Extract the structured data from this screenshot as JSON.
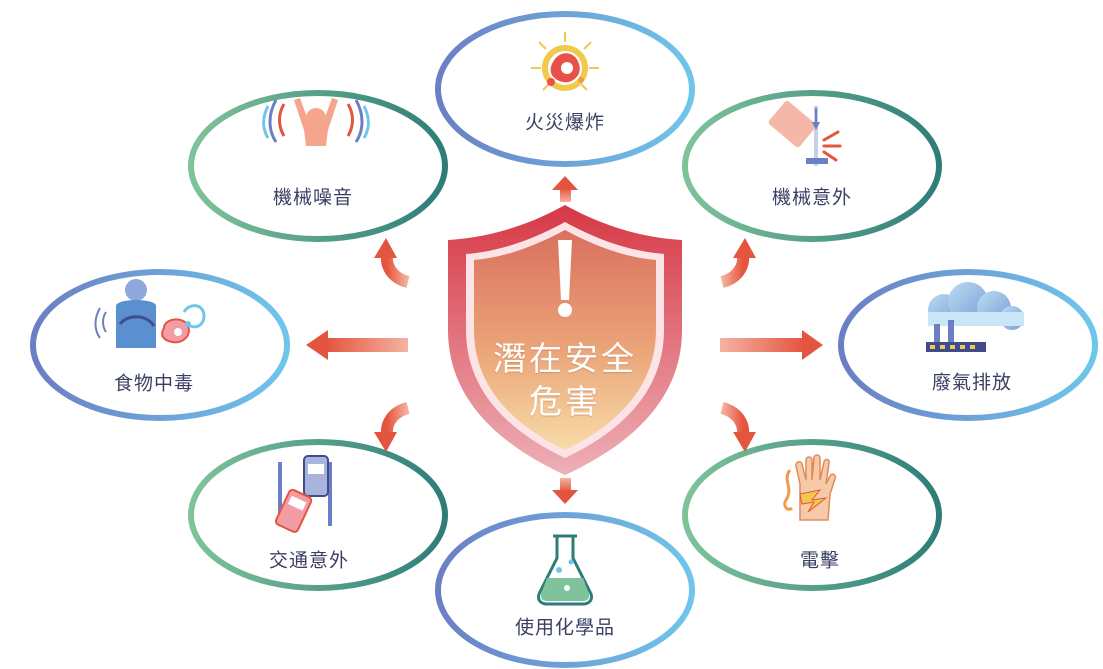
{
  "center": {
    "line1": "潛在安全",
    "line2": "危害"
  },
  "hazards": [
    {
      "label": "火災爆炸",
      "icon": "fire-explosion-icon"
    },
    {
      "label": "機械意外",
      "icon": "machine-accident-icon"
    },
    {
      "label": "廢氣排放",
      "icon": "exhaust-emission-icon"
    },
    {
      "label": "電擊",
      "icon": "electric-shock-icon"
    },
    {
      "label": "使用化學品",
      "icon": "chemical-flask-icon"
    },
    {
      "label": "交通意外",
      "icon": "traffic-accident-icon"
    },
    {
      "label": "食物中毒",
      "icon": "food-poisoning-icon"
    },
    {
      "label": "機械噪音",
      "icon": "machine-noise-icon"
    }
  ],
  "colors": {
    "ring_blue_start": "#6b7fc4",
    "ring_blue_end": "#6fc6ea",
    "ring_green_start": "#2e7d78",
    "ring_green_end": "#7fc39a",
    "arrow": "#e36a5a",
    "shield_outer": "#d9404a",
    "shield_fill_top": "#d9735f",
    "shield_fill_bottom": "#f5d7a5"
  }
}
